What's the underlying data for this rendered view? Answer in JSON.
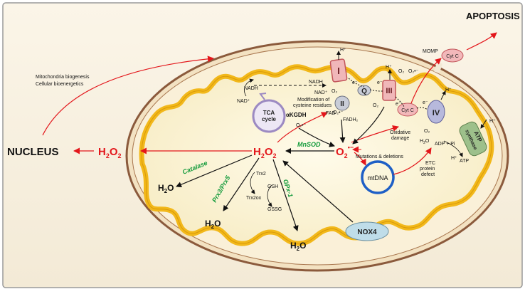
{
  "labels": {
    "nucleus": "NUCLEUS",
    "apoptosis": "APOPTOSIS",
    "biogenesis": "Mitochondria biogenesis",
    "bioenergetics": "Cellular bioenergetics",
    "momp": "MOMP",
    "cytc": "Cyt C",
    "h2o2_main": "H",
    "h2o2_sub": "2",
    "o2_main": "O",
    "o2_sup": "•−",
    "catalase": "Catalase",
    "prx": "Prx3/Prx5",
    "gpx": "GPx-1",
    "mnsod": "MnSOD",
    "trx2": "Trx2",
    "trx2ox": "Trx2ox",
    "gsh": "GSH",
    "gssg": "GSSG",
    "water": "H",
    "water_o": "O",
    "nox4": "NOX4",
    "mtdna": "mtDNA",
    "mutations": "Mutations & deletions",
    "etc_defect_1": "ETC",
    "etc_defect_2": "protein",
    "etc_defect_3": "defect",
    "oxidative_1": "Oxidative",
    "oxidative_2": "damage",
    "modification_1": "Modification of",
    "modification_2": "cysteine residues",
    "akgdh": "αKGDH",
    "tca_1": "TCA",
    "tca_2": "cycle",
    "nadh": "NADH",
    "nad": "NAD⁺",
    "fad": "FAD",
    "fadh2": "FADH₂",
    "complex_1": "I",
    "complex_2": "II",
    "complex_3": "III",
    "complex_4": "IV",
    "q": "Q",
    "atp_synthase_1": "ATP",
    "atp_synthase_2": "synthase",
    "atp": "ATP",
    "adp_pi": "ADP + Pi",
    "hplus": "H⁺",
    "eminus": "e⁻",
    "o2": "O₂",
    "o2_radical": "O₂•⁻"
  },
  "colors": {
    "outer_membrane": "#8B5A3C",
    "inner_membrane": "#F2B81A",
    "matrix": "#FCF6DC",
    "cytosol": "#F5EEDD",
    "red": "#E3161B",
    "green": "#119A3A",
    "complex_fill": "#F0B7B9",
    "complex_stroke": "#C2555A",
    "q_fill": "#C9CDD8",
    "cytc_fill": "#F2B8BA",
    "complex4_fill": "#B7B9DC",
    "atp_fill": "#9DC08B",
    "nox4_fill": "#BFDDE9",
    "mtdna_stroke": "#1E5FC6",
    "tca_stroke": "#9C8AC2"
  }
}
